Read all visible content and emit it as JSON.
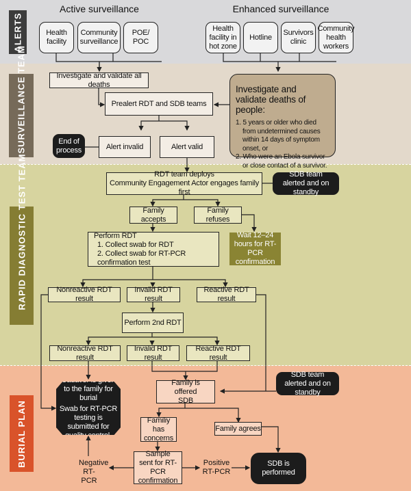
{
  "lanes": {
    "alerts": "ALERTS",
    "surveillance": "SURVEILLANCE TEAM",
    "rdt": "RAPID DIAGNOSTIC TEST TEAM",
    "burial": "BURIAL PLAN"
  },
  "colors": {
    "alerts_bg": "#d9d9db",
    "surveillance_bg": "#e3d9cb",
    "rdt_bg": "#d7d49f",
    "burial_bg": "#f3b998",
    "alerts_tag": "#3c3c3c",
    "surveillance_tag": "#766a59",
    "rdt_tag": "#857d33",
    "burial_tag": "#d9532a"
  },
  "alerts": {
    "active_title": "Active surveillance",
    "active": [
      "Health facility",
      "Community surveillance",
      "POE/ POC"
    ],
    "enhanced_title": "Enhanced surveillance",
    "enhanced": [
      "Health facility in hot zone",
      "Hotline",
      "Survivors clinic",
      "Community health workers"
    ]
  },
  "surveillance": {
    "investigate_all": "Investigate and validate all deaths",
    "prealert": "Prealert RDT and SDB teams",
    "criteria_title": "Investigate and validate deaths of people:",
    "criteria": [
      "1.  5 years or older who died from undetermined causes within 14 days of symptom onset, or",
      "2.  Who were an Ebola survivor or close contact of a survivor."
    ],
    "end": "End of process",
    "invalid": "Alert invalid",
    "valid": "Alert valid"
  },
  "rdt": {
    "deploy_1": "RDT team deploys",
    "deploy_2": "Community Engagement Actor engages family first",
    "sdb_standby": "SDB team alerted and on standby",
    "accepts": "Family accepts",
    "refuses": "Family refuses",
    "wait": "Wait 12–24 hours for RT-PCR confirmation",
    "perform_title": "Perform RDT",
    "perform_steps": [
      "1.  Collect swab for RDT",
      "2.  Collect swab for RT-PCR confirmation test"
    ],
    "nonreactive": "Nonreactive RDT result",
    "invalid": "Invalid RDT result",
    "reactive": "Reactive RDT result",
    "perform2": "Perform 2nd RDT"
  },
  "burial": {
    "cadaver_1": "Cadaver is given to the family for burial",
    "cadaver_2": "Swab for RT-PCR testing is submitted for quality control.",
    "offered": "Family is offered SDB",
    "sdb_standby": "SDB team alerted and on standby",
    "concerns": "Familiy has concerns",
    "agrees": "Family agrees",
    "sample": "Sample sent for RT-PCR confirmation",
    "negative": "Negative RT-PCR",
    "positive": "Positive RT-PCR",
    "performed": "SDB is performed"
  }
}
